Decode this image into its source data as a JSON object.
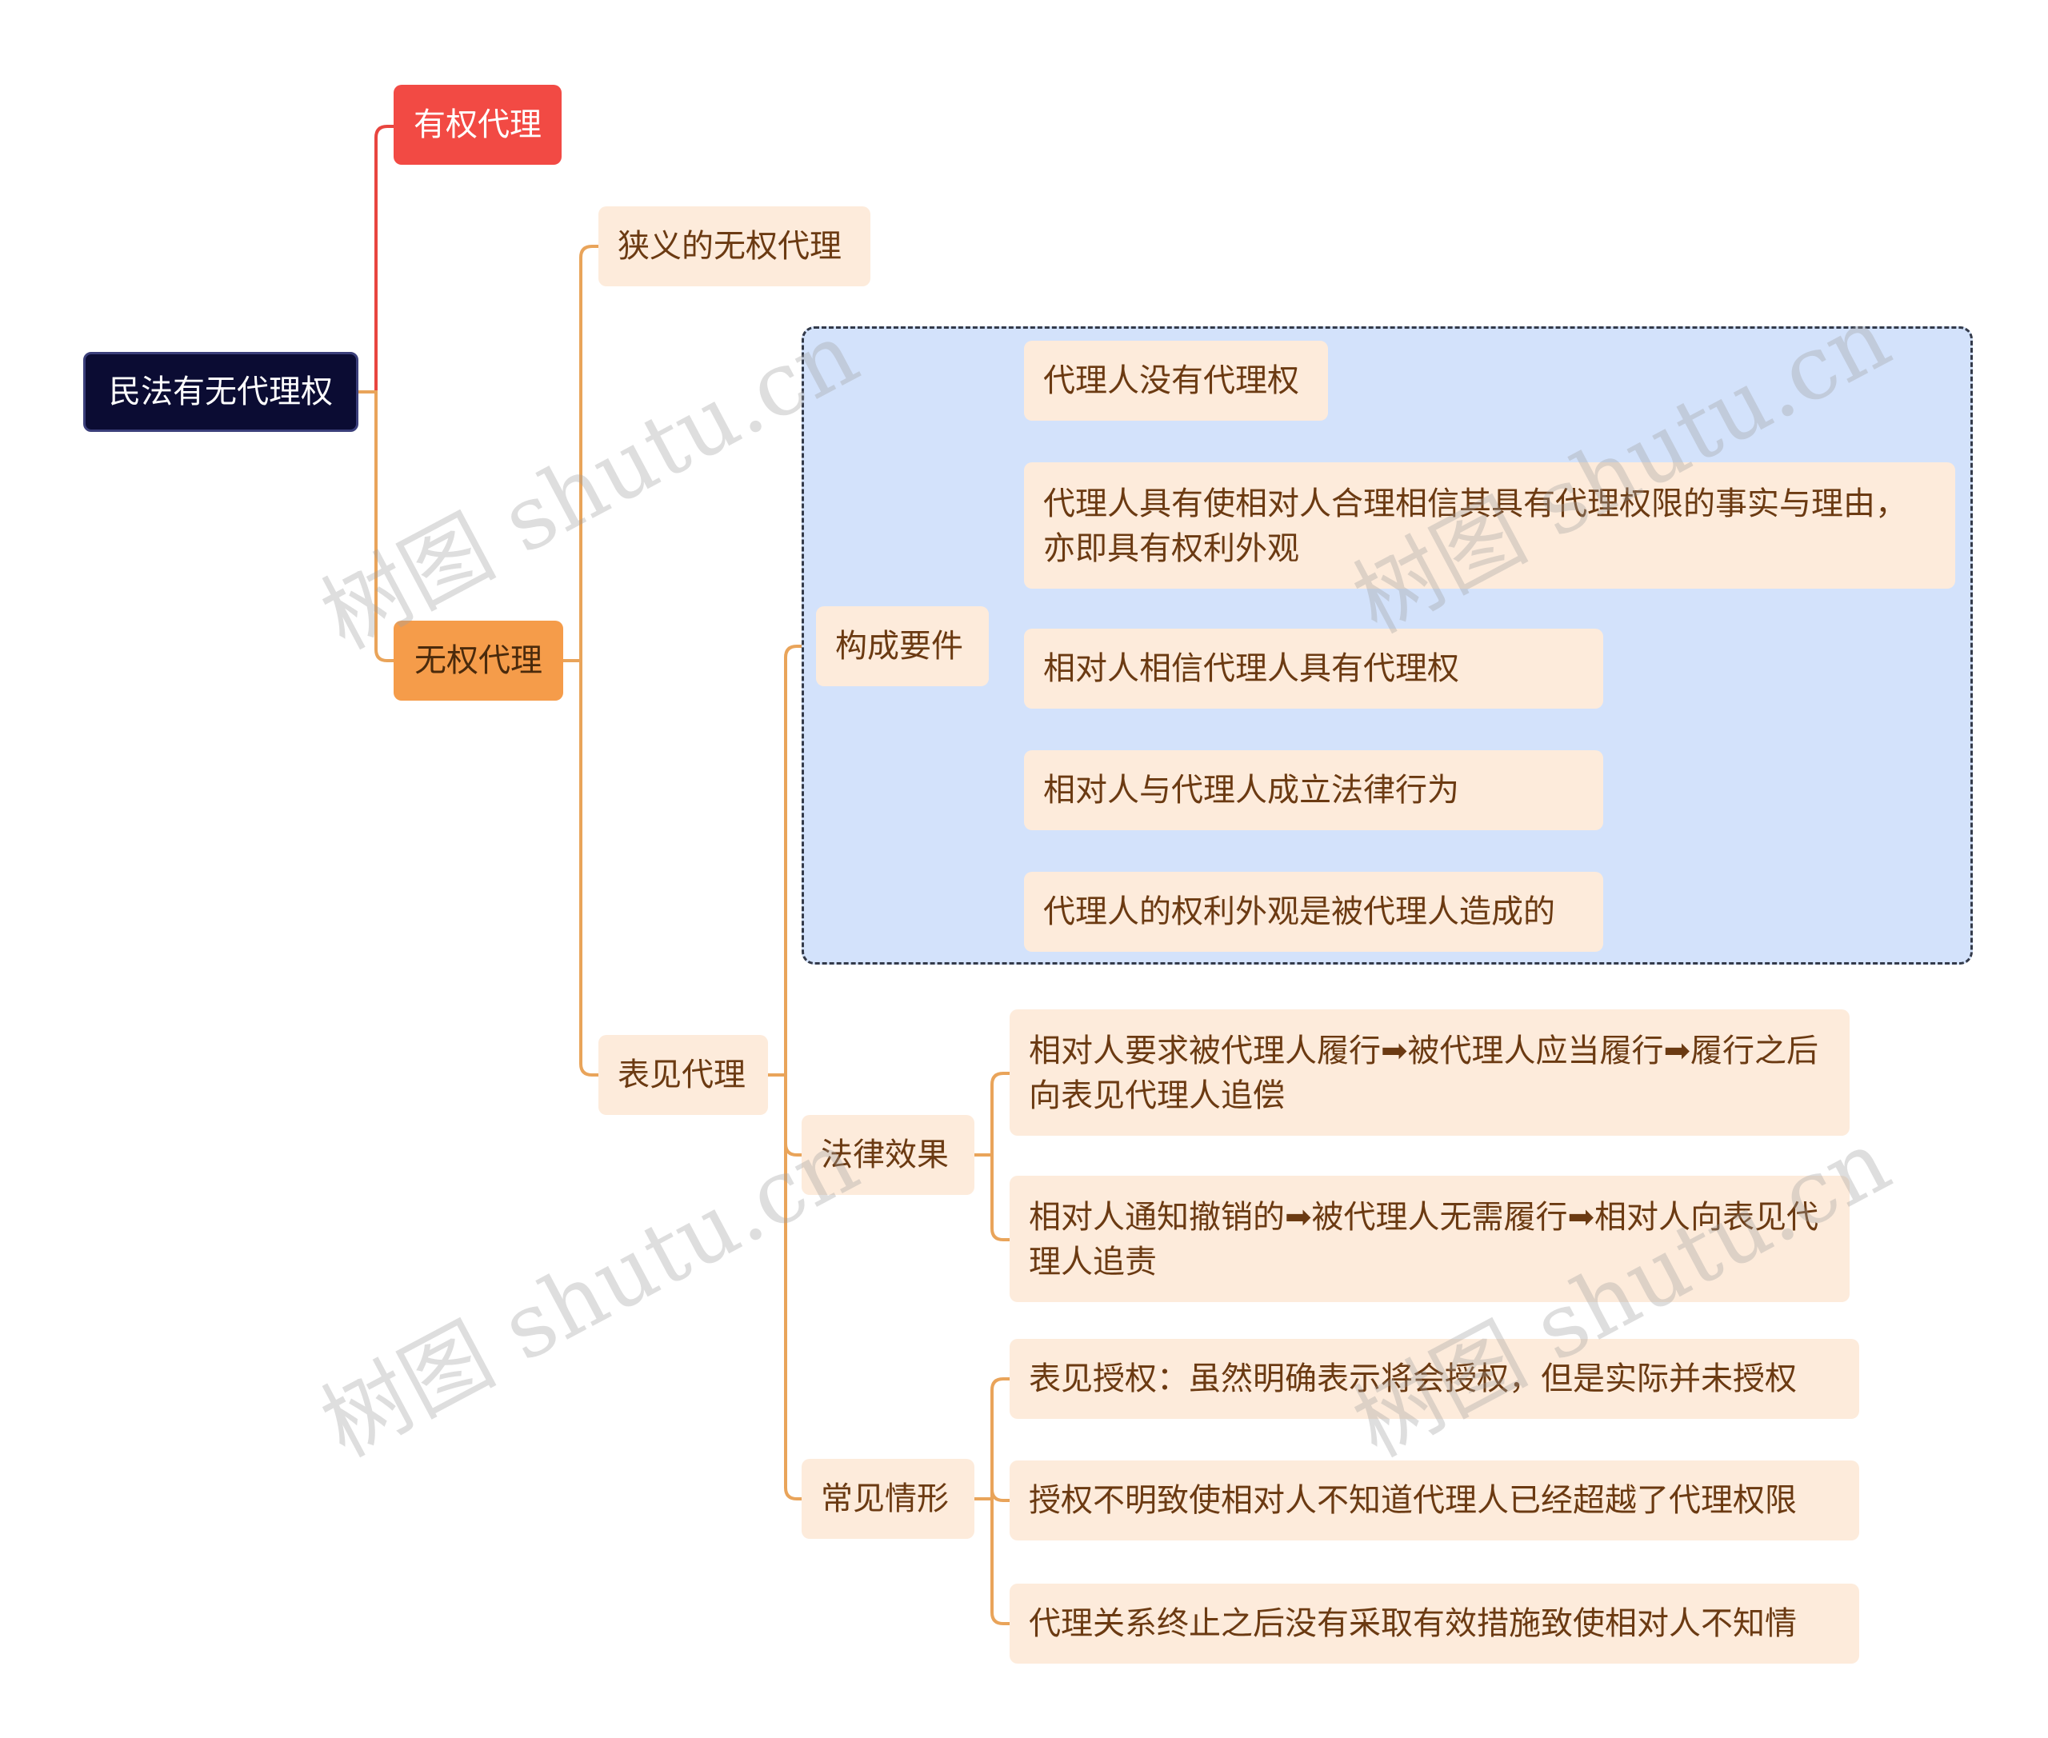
{
  "root": {
    "label": "民法有无代理权"
  },
  "branches": {
    "authorized": {
      "label": "有权代理"
    },
    "unauthorized": {
      "label": "无权代理",
      "narrow": {
        "label": "狭义的无权代理"
      },
      "apparent": {
        "label": "表见代理",
        "elements": {
          "label": "构成要件",
          "items": [
            "代理人没有代理权",
            "代理人具有使相对人合理相信其具有代理权限的事实与理由，亦即具有权利外观",
            "相对人相信代理人具有代理权",
            "相对人与代理人成立法律行为",
            "代理人的权利外观是被代理人造成的"
          ]
        },
        "effects": {
          "label": "法律效果",
          "items": [
            "相对人要求被代理人履行➡被代理人应当履行➡履行之后向表见代理人追偿",
            "相对人通知撤销的➡被代理人无需履行➡相对人向表见代理人追责"
          ]
        },
        "common": {
          "label": "常见情形",
          "items": [
            "表见授权：虽然明确表示将会授权，但是实际并未授权",
            "授权不明致使相对人不知道代理人已经超越了代理权限",
            "代理关系终止之后没有采取有效措施致使相对人不知情"
          ]
        }
      }
    }
  },
  "watermark": "树图 shutu.cn",
  "colors": {
    "root": "#0b0c33",
    "authorized": "#f24a44",
    "unauthorized": "#f59c4a",
    "leaf": "#fdebdb",
    "group": "#d3e2fb",
    "link_red": "#e8453f",
    "link_orange": "#e9a45a"
  }
}
